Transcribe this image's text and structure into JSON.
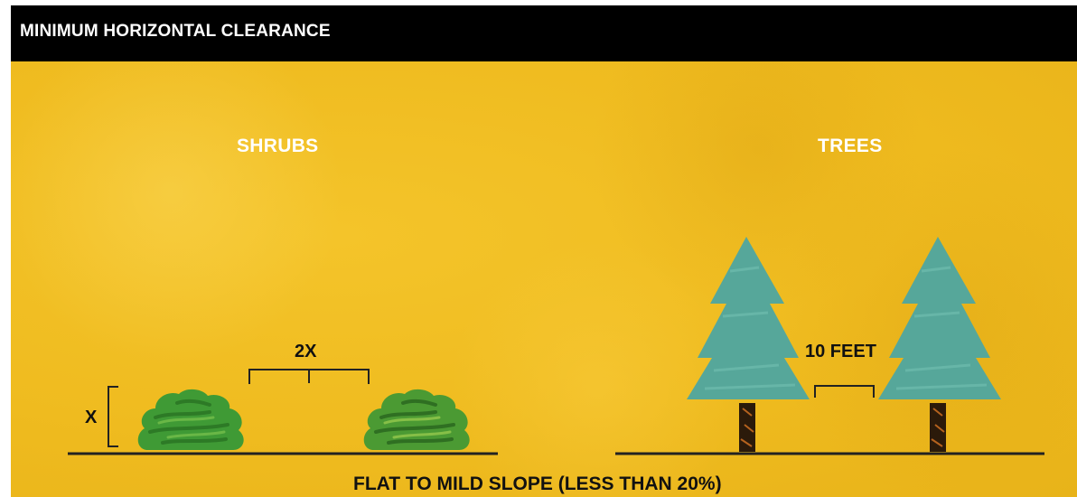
{
  "header": {
    "title": "MINIMUM HORIZONTAL CLEARANCE"
  },
  "shrubs": {
    "title": "SHRUBS",
    "spacing_label": "2X",
    "height_label": "X"
  },
  "trees": {
    "title": "TREES",
    "spacing_label": "10 FEET"
  },
  "footer": {
    "caption": "FLAT TO MILD SLOPE (LESS THAN 20%)"
  },
  "colors": {
    "background": "#efbb1f",
    "header": "#000000",
    "shrub_green": "#3f9a35",
    "tree_teal": "#56a79a",
    "trunk": "#2b1a0a",
    "line": "#222222"
  }
}
